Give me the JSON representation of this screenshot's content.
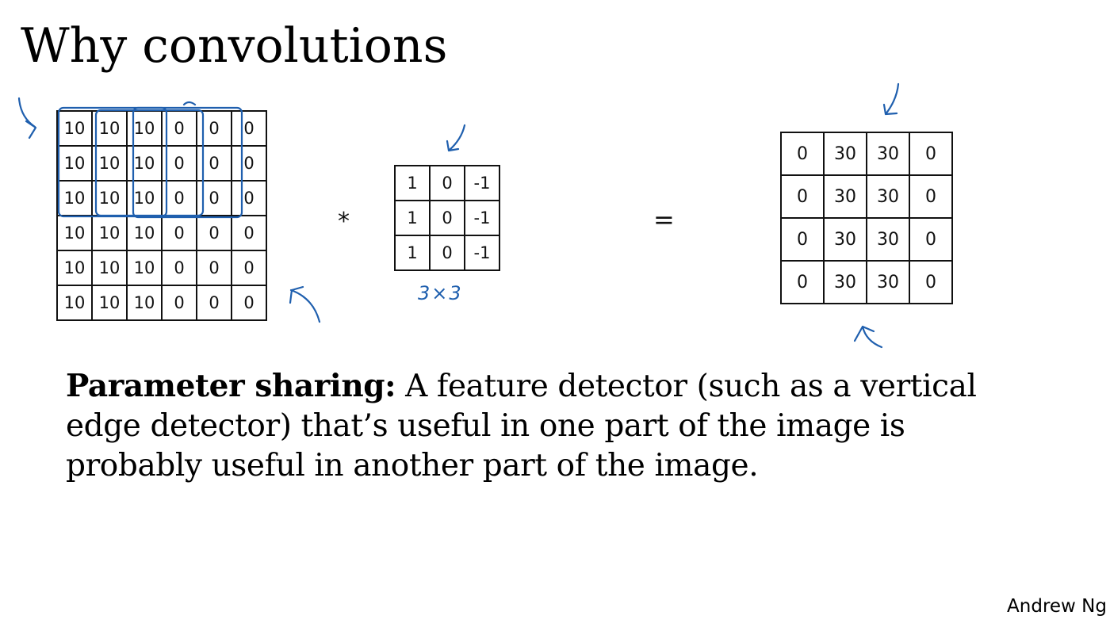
{
  "slide": {
    "title": "Why convolutions",
    "author": "Andrew Ng"
  },
  "input_matrix": [
    [
      "10",
      "10",
      "10",
      "0",
      "0",
      "0"
    ],
    [
      "10",
      "10",
      "10",
      "0",
      "0",
      "0"
    ],
    [
      "10",
      "10",
      "10",
      "0",
      "0",
      "0"
    ],
    [
      "10",
      "10",
      "10",
      "0",
      "0",
      "0"
    ],
    [
      "10",
      "10",
      "10",
      "0",
      "0",
      "0"
    ],
    [
      "10",
      "10",
      "10",
      "0",
      "0",
      "0"
    ]
  ],
  "operators": {
    "convolve": "*",
    "equals": "="
  },
  "filter_matrix": [
    [
      "1",
      "0",
      "-1"
    ],
    [
      "1",
      "0",
      "-1"
    ],
    [
      "1",
      "0",
      "-1"
    ]
  ],
  "filter_note": "3×3",
  "output_matrix": [
    [
      "0",
      "30",
      "30",
      "0"
    ],
    [
      "0",
      "30",
      "30",
      "0"
    ],
    [
      "0",
      "30",
      "30",
      "0"
    ],
    [
      "0",
      "30",
      "30",
      "0"
    ]
  ],
  "parameter_sharing": {
    "heading": "Parameter sharing:",
    "text": " A feature detector (such as a vertical edge detector) that’s useful in one part of the image is probably useful in another part of the image."
  },
  "colors": {
    "annotation_ink": "#1f5fae",
    "grid_lines": "#111111"
  }
}
